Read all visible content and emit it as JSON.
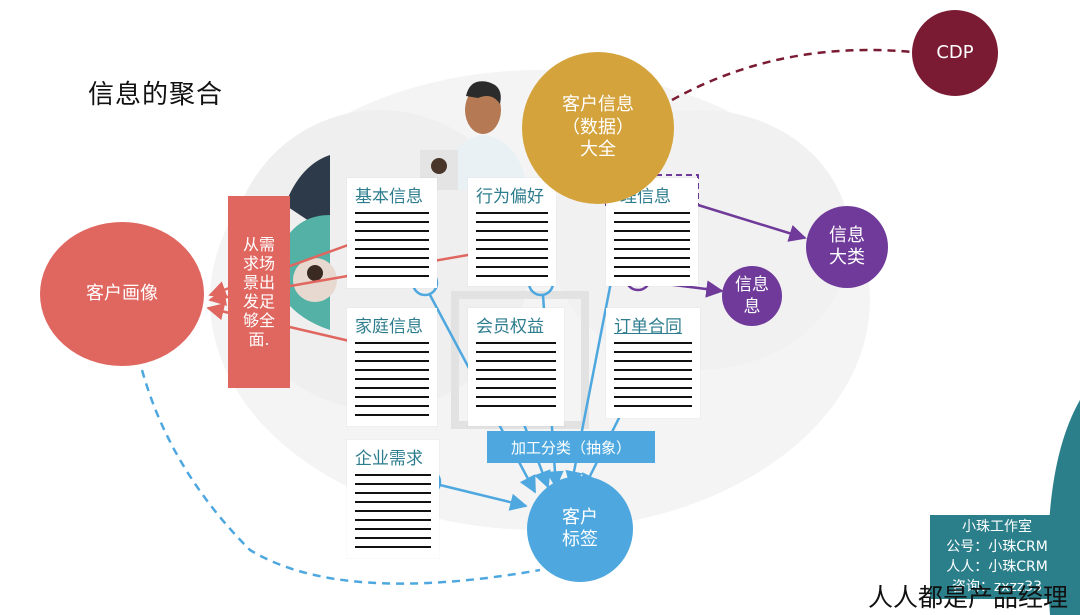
{
  "title": "信息的聚合",
  "nodes": {
    "cdp": "CDP",
    "customer_info": "客户信息\n（数据）\n大全",
    "customer_portrait": "客户画像",
    "customer_tags": "客户\n标签",
    "info_category": "信息\n大类",
    "info": "信息\n息"
  },
  "cards": {
    "basic": "基本信息",
    "behavior": "行为偏好",
    "other": "理信息",
    "family": "家庭信息",
    "membership": "会员权益",
    "orders": "订单合同",
    "enterprise": "企业需求"
  },
  "scene_box": "从需\n求场\n景出\n发足\n够全\n面.",
  "process_box": "加工分类（抽象）",
  "watermark": {
    "line1": "小珠工作室",
    "line2": "公号：小珠CRM",
    "line3": "人人：小珠CRM",
    "line4": "咨询：zxzz33"
  },
  "footer": "人人都是产品经理",
  "colors": {
    "red": "#e06760",
    "blue": "#4ea8df",
    "purple": "#6f3a9a",
    "gold": "#d4a33c",
    "maroon": "#7a1b33",
    "teal": "#2a7f8a"
  }
}
